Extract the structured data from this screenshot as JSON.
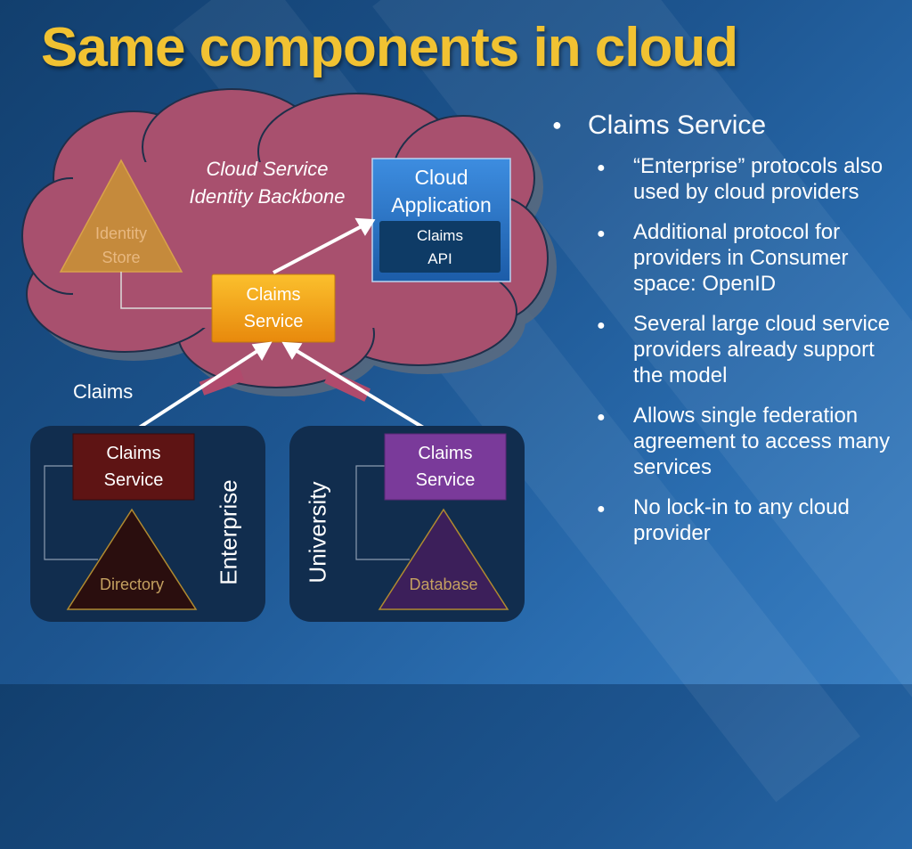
{
  "title": "Same components in cloud",
  "cloud": {
    "caption_line1": "Cloud Service",
    "caption_line2": "Identity Backbone",
    "identity_store_line1": "Identity",
    "identity_store_line2": "Store",
    "cloud_app_line1": "Cloud",
    "cloud_app_line2": "Application",
    "claims_api_line1": "Claims",
    "claims_api_line2": "API",
    "claims_service_line1": "Claims",
    "claims_service_line2": "Service"
  },
  "claims_label": "Claims",
  "enterprise": {
    "label": "Enterprise",
    "claims_service_line1": "Claims",
    "claims_service_line2": "Service",
    "directory": "Directory"
  },
  "university": {
    "label": "University",
    "claims_service_line1": "Claims",
    "claims_service_line2": "Service",
    "database": "Database"
  },
  "bullets": {
    "main": "Claims Service",
    "sub": [
      "“Enterprise” protocols also used by cloud providers",
      "Additional protocol for providers in Consumer space:  OpenID",
      "Several large cloud service providers already support the model",
      "Allows single federation agreement to access many services",
      "No lock-in to any cloud provider"
    ]
  },
  "colors": {
    "title": "#f1c232",
    "cloud_fill": "#a8506e",
    "claims_service_cloud": "#f0a21a",
    "enterprise_box": "#5e1414",
    "university_box": "#7a3a9a",
    "panel": "#112d4e"
  }
}
